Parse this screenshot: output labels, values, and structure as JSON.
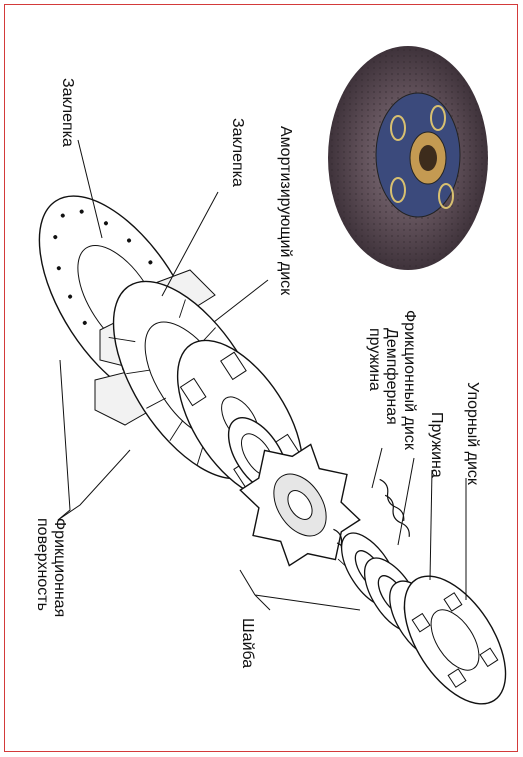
{
  "colors": {
    "border": "#d33a3a",
    "lining": "#5a4a52",
    "metal": "#e8e8e8",
    "line": "#111111"
  },
  "labels": {
    "rivet_1": "Заклепка",
    "rivet_2": "Заклепка",
    "damper_disc": "Амортизирующий диск",
    "damper_spring": "Демпферная пружина",
    "friction_disc": "Фрикционный диск",
    "spring": "Пружина",
    "thrust_disc": "Упорный диск",
    "friction_surface": "Фрикционная поверхность",
    "washer": "Шайба"
  },
  "icons": {
    "photo": "clutch-disc-photo",
    "exploded": "clutch-exploded-view"
  }
}
